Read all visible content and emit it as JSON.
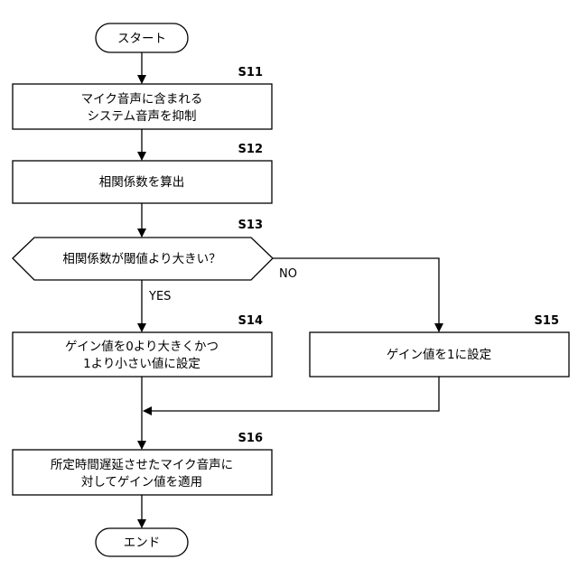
{
  "flowchart": {
    "start": "スタート",
    "end": "エンド",
    "steps": {
      "s11": {
        "id": "S11",
        "lines": [
          "マイク音声に含まれる",
          "システム音声を抑制"
        ]
      },
      "s12": {
        "id": "S12",
        "lines": [
          "相関係数を算出"
        ]
      },
      "s13": {
        "id": "S13",
        "lines": [
          "相関係数が閾値より大きい？"
        ]
      },
      "s14": {
        "id": "S14",
        "lines": [
          "ゲイン値を0より大きくかつ",
          "1より小さい値に設定"
        ]
      },
      "s15": {
        "id": "S15",
        "lines": [
          "ゲイン値を1に設定"
        ]
      },
      "s16": {
        "id": "S16",
        "lines": [
          "所定時間遅延させたマイク音声に",
          "対してゲイン値を適用"
        ]
      }
    },
    "branches": {
      "yes": "YES",
      "no": "NO"
    }
  }
}
